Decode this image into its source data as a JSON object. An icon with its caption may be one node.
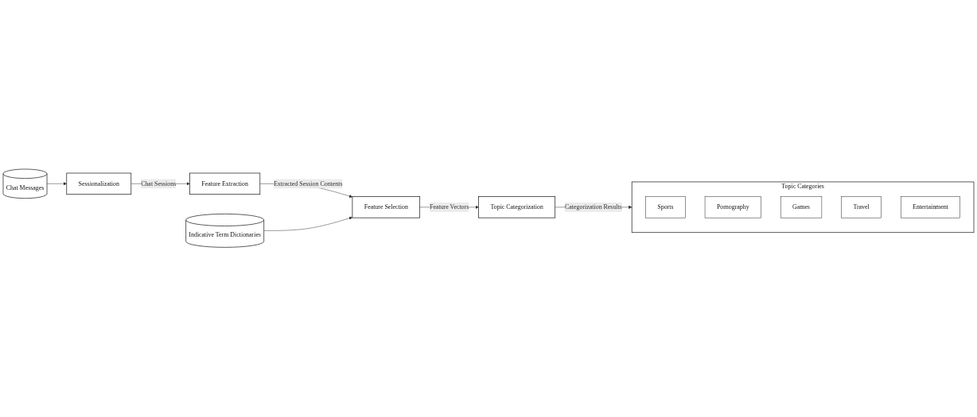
{
  "diagram": {
    "nodes": [
      {
        "text": [
          "Chat Messages"
        ]
      },
      {
        "text": [
          "Sessionalization"
        ]
      },
      {
        "text": [
          "Feature Extraction"
        ]
      },
      {
        "text": [
          "Feature Selection"
        ]
      },
      {
        "text": [
          "Indicative Term Dictionaries"
        ]
      },
      {
        "text": [
          "Topic Categorization"
        ]
      },
      {
        "text": [
          "Topic Categories"
        ]
      },
      {
        "text": [
          "Sports"
        ],
        "in": 6
      },
      {
        "text": [
          "Pornography"
        ],
        "in": 6
      },
      {
        "text": [
          "Games"
        ],
        "in": 6
      },
      {
        "text": [
          "Travel"
        ],
        "in": 6
      },
      {
        "text": [
          "Entertainment"
        ],
        "in": 6
      }
    ],
    "edges": [
      {
        "from": 0,
        "to": 1,
        "arrow": "to"
      },
      {
        "from": 1,
        "to": 2,
        "arrow": "to",
        "label": "Chat Sessions"
      },
      {
        "from": 2,
        "to": 3,
        "arrow": "to",
        "label": "Extracted Session Contents"
      },
      {
        "from": 4,
        "to": 3,
        "arrow": "to"
      },
      {
        "from": 3,
        "to": 5,
        "arrow": "to",
        "label": "Feature Vectors"
      },
      {
        "from": 5,
        "to": 6,
        "arrow": "to",
        "label": "Categorization Results"
      }
    ]
  }
}
